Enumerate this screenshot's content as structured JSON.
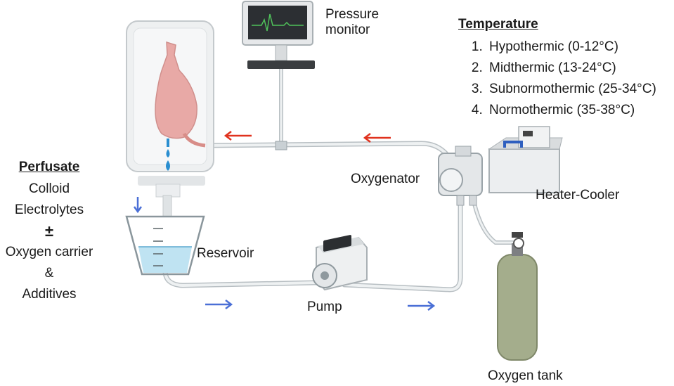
{
  "labels": {
    "pressure_monitor": [
      "Pressure",
      "monitor"
    ],
    "oxygenator": "Oxygenator",
    "heater_cooler": "Heater-Cooler",
    "reservoir": "Reservoir",
    "pump": "Pump",
    "oxygen_tank": "Oxygen tank"
  },
  "perfusate": {
    "title": "Perfusate",
    "items": [
      "Colloid",
      "Electrolytes",
      "±",
      "Oxygen carrier",
      "&",
      "Additives"
    ]
  },
  "temperature": {
    "title": "Temperature",
    "items": [
      "Hypothermic (0-12°C)",
      "Midthermic  (13-24°C)",
      "Subnormothermic  (25-34°C)",
      "Normothermic  (35-38°C)"
    ]
  },
  "colors": {
    "arrow_red": "#e0321e",
    "arrow_blue": "#4a6fd6",
    "heart": "#e8a9a6",
    "liquid": "#bfe3f2",
    "tank": "#a4ad8c",
    "tube": "#e4e8ea"
  }
}
